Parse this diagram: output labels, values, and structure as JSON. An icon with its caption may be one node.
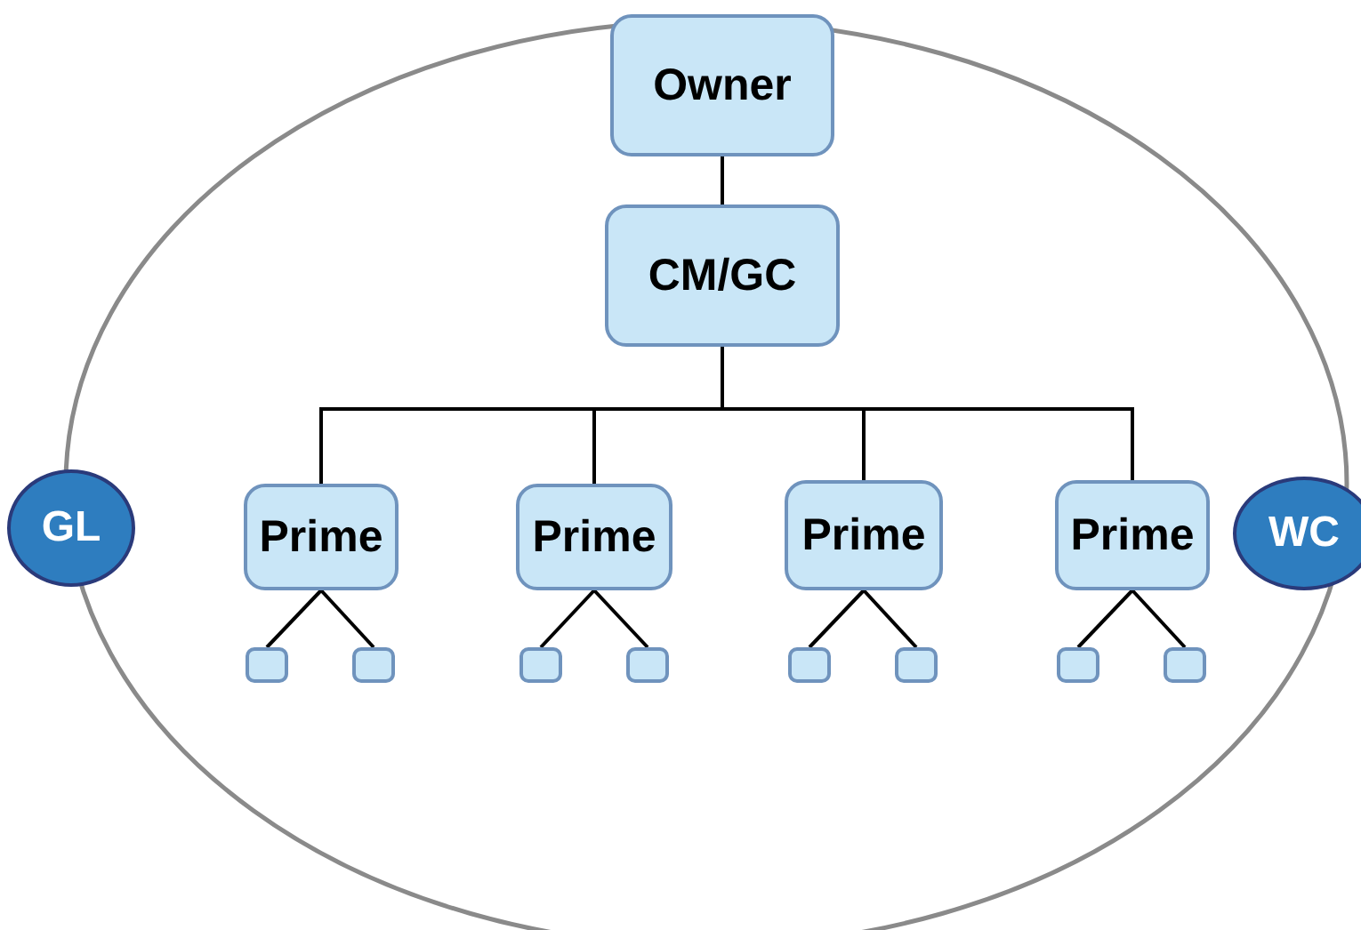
{
  "diagram": {
    "nodes": [
      {
        "text": [
          "Owner"
        ]
      },
      {
        "text": [
          "CM/GC"
        ]
      },
      {
        "text": [
          "Prime"
        ]
      },
      {
        "text": [
          "Prime"
        ]
      },
      {
        "text": [
          "Prime"
        ]
      },
      {
        "text": [
          "Prime"
        ]
      },
      {
        "text": [],
        "shape": "box"
      },
      {
        "text": [],
        "shape": "box"
      },
      {
        "text": [],
        "shape": "box"
      },
      {
        "text": [],
        "shape": "box"
      },
      {
        "text": [],
        "shape": "box"
      },
      {
        "text": [],
        "shape": "box"
      },
      {
        "text": [],
        "shape": "box"
      },
      {
        "text": [],
        "shape": "box"
      },
      {
        "text": [
          "GL"
        ]
      },
      {
        "text": [
          "WC"
        ]
      }
    ],
    "edges": [
      {
        "from": 0,
        "to": 1,
        "arrow": "none"
      },
      {
        "from": 1,
        "to": 2,
        "arrow": "none"
      },
      {
        "from": 1,
        "to": 3,
        "arrow": "none"
      },
      {
        "from": 1,
        "to": 4,
        "arrow": "none"
      },
      {
        "from": 1,
        "to": 5,
        "arrow": "none"
      },
      {
        "from": 2,
        "to": 6,
        "arrow": "none"
      },
      {
        "from": 2,
        "to": 7,
        "arrow": "none"
      },
      {
        "from": 3,
        "to": 8,
        "arrow": "none"
      },
      {
        "from": 3,
        "to": 9,
        "arrow": "none"
      },
      {
        "from": 4,
        "to": 10,
        "arrow": "none"
      },
      {
        "from": 4,
        "to": 11,
        "arrow": "none"
      },
      {
        "from": 5,
        "to": 12,
        "arrow": "none"
      },
      {
        "from": 5,
        "to": 13,
        "arrow": "none"
      }
    ]
  }
}
